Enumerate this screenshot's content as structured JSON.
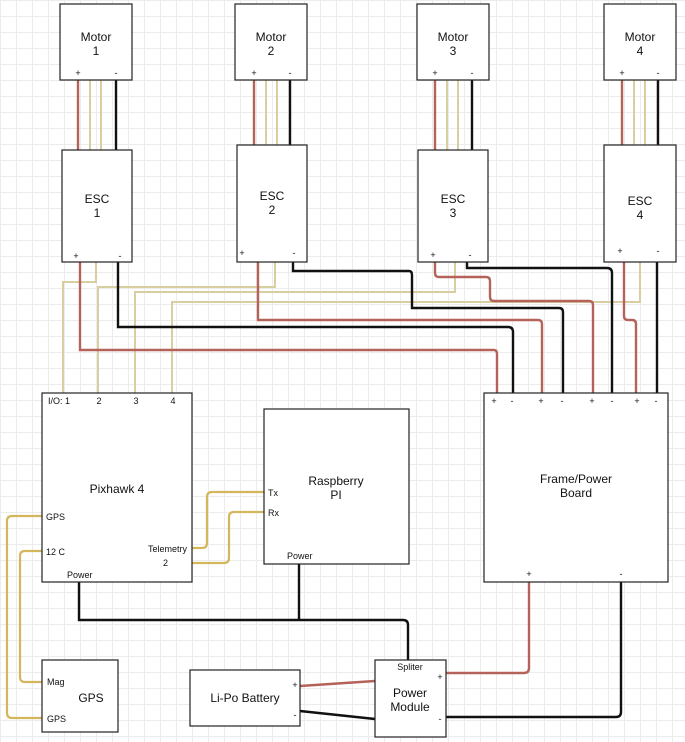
{
  "motors": [
    {
      "label": "Motor",
      "num": "1"
    },
    {
      "label": "Motor",
      "num": "2"
    },
    {
      "label": "Motor",
      "num": "3"
    },
    {
      "label": "Motor",
      "num": "4"
    }
  ],
  "escs": [
    {
      "label": "ESC",
      "num": "1"
    },
    {
      "label": "ESC",
      "num": "2"
    },
    {
      "label": "ESC",
      "num": "3"
    },
    {
      "label": "ESC",
      "num": "4"
    }
  ],
  "pins": {
    "plus": "+",
    "minus": "-"
  },
  "pixhawk": {
    "title": "Pixhawk 4",
    "io": [
      "I/O: 1",
      "2",
      "3",
      "4"
    ],
    "gps": "GPS",
    "i2c": "12 C",
    "telemetry": "Telemetry",
    "telemetry_num": "2",
    "power": "Power"
  },
  "raspberry": {
    "title_line1": "Raspberry",
    "title_line2": "PI",
    "tx": "Tx",
    "rx": "Rx",
    "power": "Power"
  },
  "frame": {
    "title_line1": "Frame/Power",
    "title_line2": "Board"
  },
  "gps_module": {
    "title": "GPS",
    "mag": "Mag",
    "gps": "GPS"
  },
  "battery": {
    "title": "Li-Po Battery"
  },
  "power_module": {
    "splitter": "Spliter",
    "title_line1": "Power",
    "title_line2": "Module"
  },
  "colors": {
    "positive_wire": "#b5625a",
    "negative_wire": "#111111",
    "signal_wire": "#d8ce9f",
    "data_wire": "#d4b75c"
  }
}
